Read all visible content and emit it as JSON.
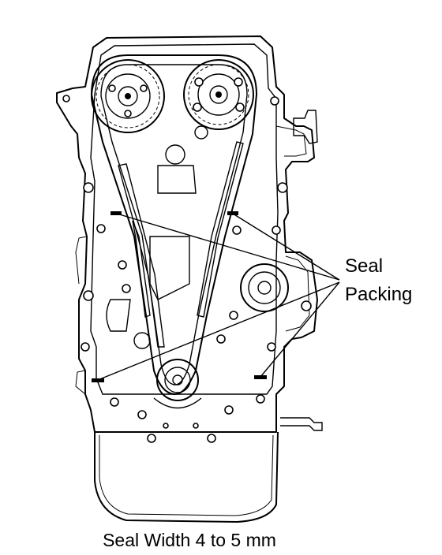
{
  "callout": {
    "line1": "Seal",
    "line2": "Packing"
  },
  "caption": "Seal Width 4 to 5 mm"
}
